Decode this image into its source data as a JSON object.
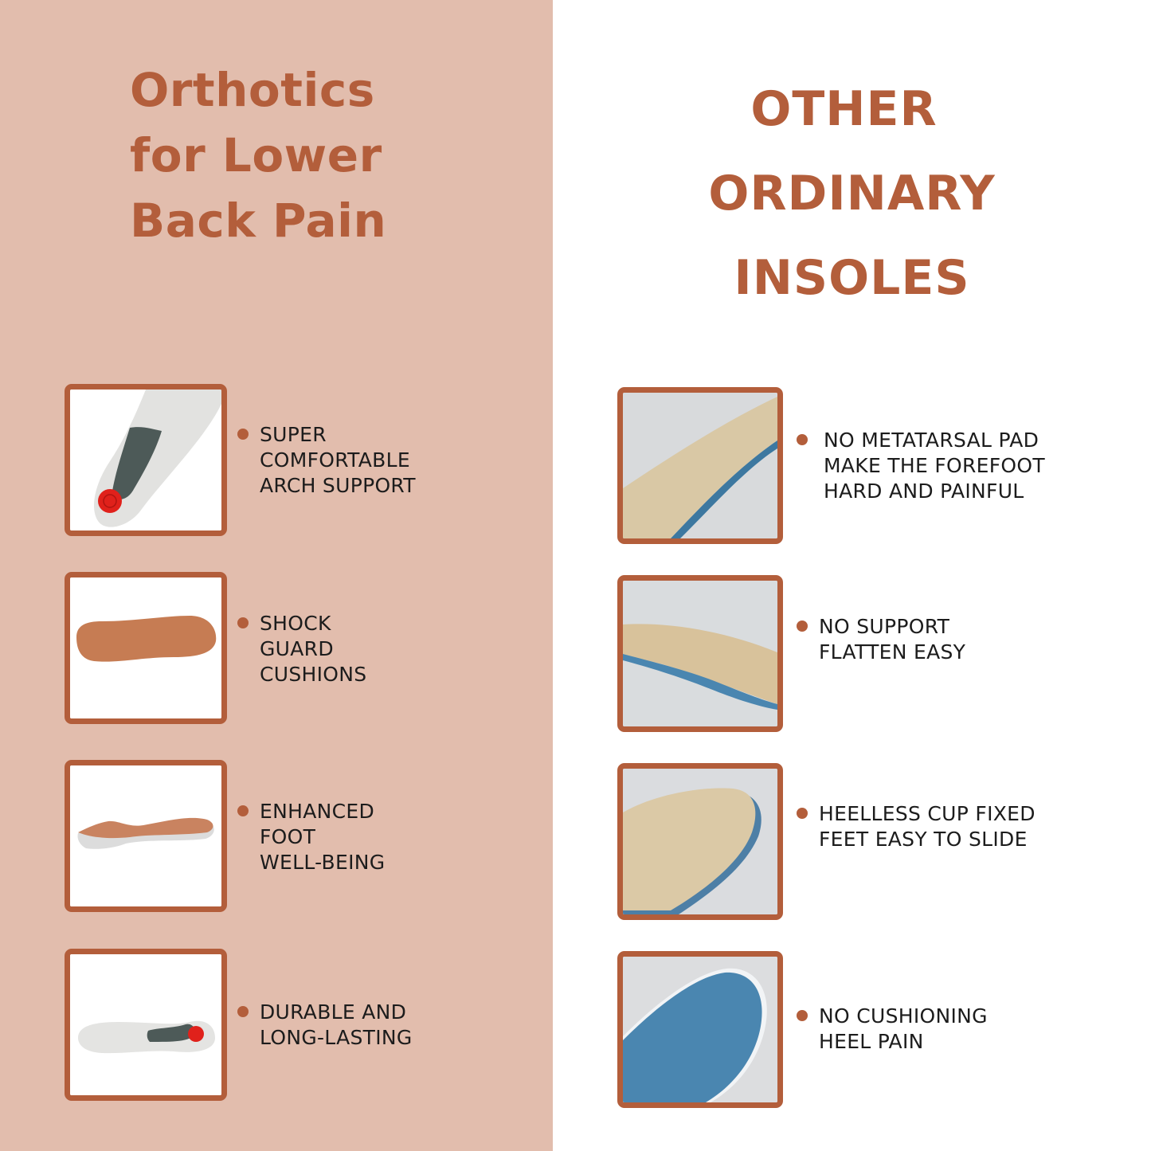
{
  "colors": {
    "left_background": "#e2bdad",
    "right_background": "#ffffff",
    "accent": "#b35e3b",
    "text": "#1c1c1c"
  },
  "left": {
    "title_lines": [
      "Orthotics",
      "for Lower",
      "Back Pain"
    ],
    "features": [
      {
        "image": "grey-insole-arch-support-photo",
        "lines": [
          "SUPER",
          "COMFORTABLE",
          "ARCH SUPPORT"
        ]
      },
      {
        "image": "tan-insole-top-view-photo",
        "lines": [
          "SHOCK",
          "GUARD",
          "CUSHIONS"
        ]
      },
      {
        "image": "insole-side-profile-photo",
        "lines": [
          "ENHANCED",
          "FOOT",
          "WELL-BEING"
        ]
      },
      {
        "image": "grey-insole-red-heel-pad-photo",
        "lines": [
          "DURABLE AND",
          "LONG-LASTING"
        ]
      }
    ]
  },
  "right": {
    "title_lines": [
      "OTHER",
      "ORDINARY",
      "INSOLES"
    ],
    "features": [
      {
        "image": "flat-insole-edge-closeup-photo",
        "lines": [
          "NO METATARSAL PAD",
          "MAKE THE FOREFOOT",
          "HARD AND PAINFUL"
        ]
      },
      {
        "image": "flat-insole-side-closeup-photo",
        "lines": [
          "NO SUPPORT",
          "FLATTEN EASY"
        ]
      },
      {
        "image": "heelless-insole-closeup-photo",
        "lines": [
          "HEELLESS CUP FIXED",
          "FEET EASY TO SLIDE"
        ]
      },
      {
        "image": "blue-insole-bottom-closeup-photo",
        "lines": [
          "NO CUSHIONING",
          "HEEL PAIN"
        ]
      }
    ]
  }
}
